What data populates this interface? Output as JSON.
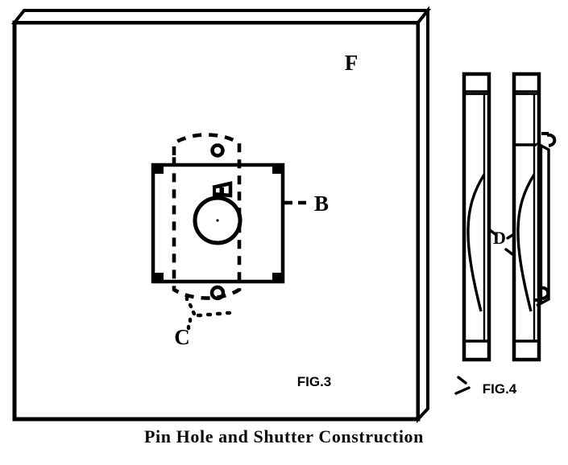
{
  "caption": "Pin Hole and Shutter Construction",
  "figures": [
    {
      "id": "fig3",
      "label": "FIG.3",
      "description": "Front board of pin hole camera shown in perspective with mounted pin hole plate and sliding shutter"
    },
    {
      "id": "fig4",
      "label": "FIG.4",
      "description": "Edge views of two shutter strips with spring and hook fittings"
    }
  ],
  "labels": {
    "board": "F",
    "plate": "B",
    "shutter": "C",
    "strip": "D",
    "strip_fig4": "D"
  },
  "colors": {
    "ink": "#000000",
    "paper": "#ffffff"
  }
}
